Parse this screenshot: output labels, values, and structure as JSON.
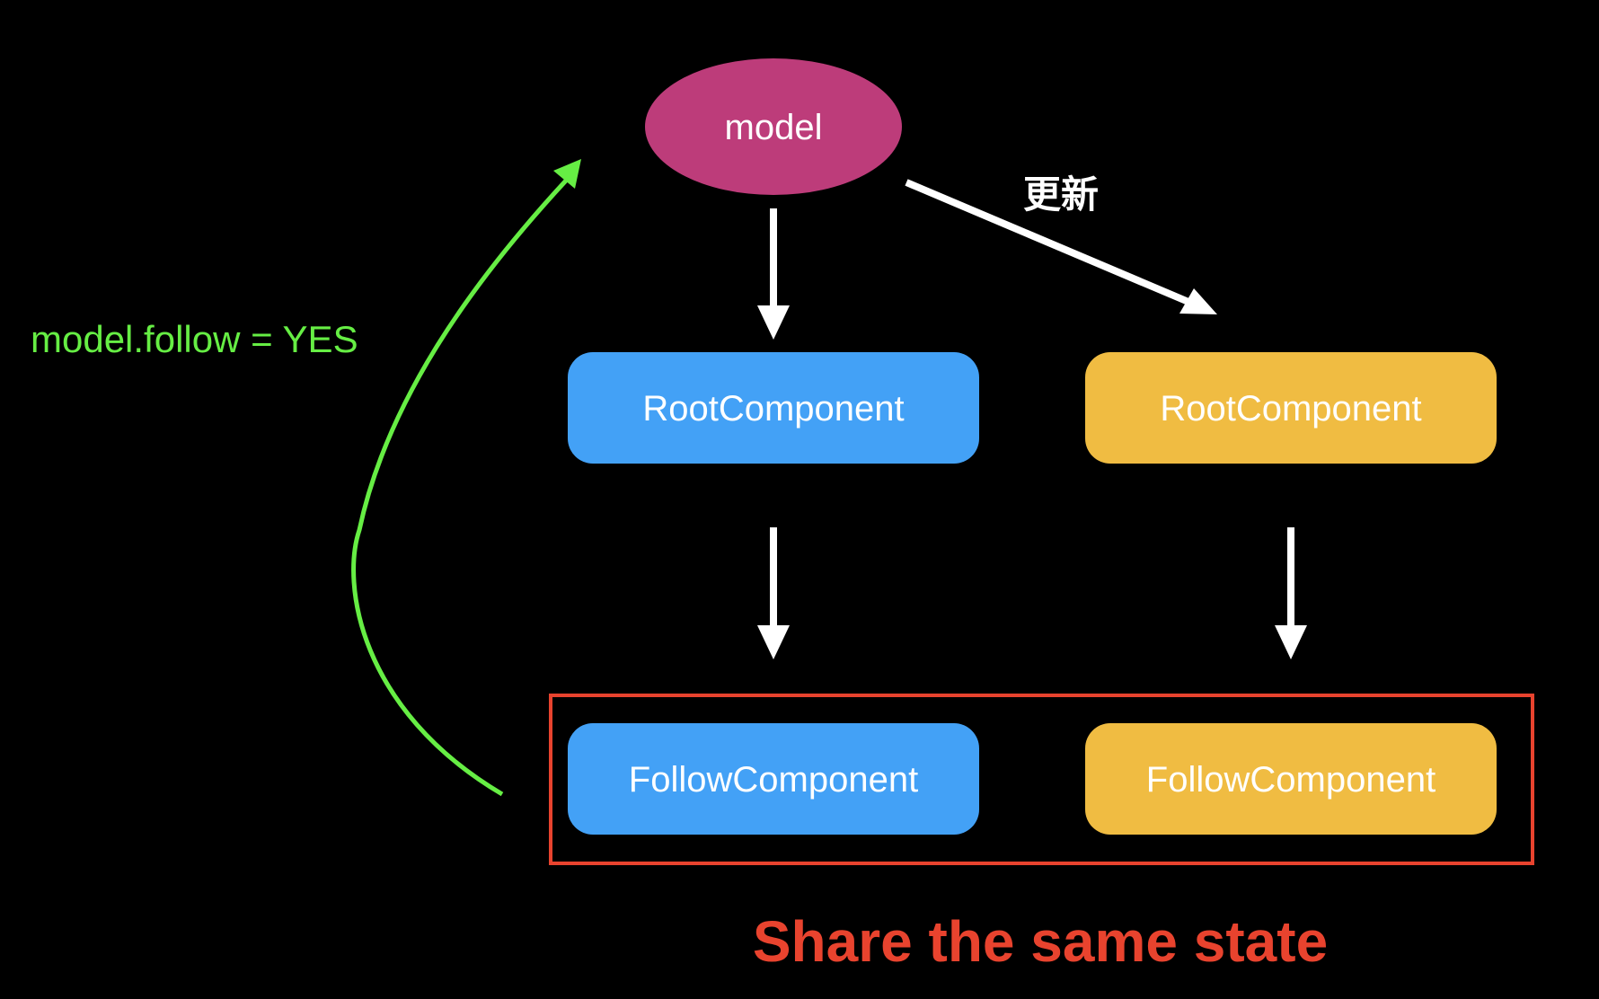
{
  "colors": {
    "background": "#000000",
    "model": "#bd3c7a",
    "blue": "#43a1f6",
    "yellow": "#f0bc42",
    "green": "#66ee44",
    "red": "#e8432e",
    "white": "#ffffff"
  },
  "nodes": {
    "model": "model",
    "root_left": "RootComponent",
    "root_right": "RootComponent",
    "follow_left": "FollowComponent",
    "follow_right": "FollowComponent"
  },
  "labels": {
    "update": "更新",
    "follow_action": "model.follow = YES",
    "shared_state": "Share the same state"
  }
}
